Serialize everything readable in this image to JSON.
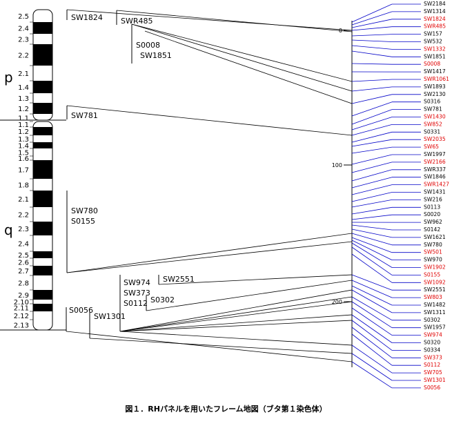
{
  "arm_labels": [
    "p",
    "q"
  ],
  "bands": [
    "2.5",
    "2.4",
    "2.3",
    "2.2",
    "2.1",
    "1.4",
    "1.3",
    "1.2",
    "1.1",
    "1.1",
    "1.2",
    "1.3",
    "1.4",
    "1.5",
    "1.6",
    "1.7",
    "1.8",
    "2.1",
    "2.2",
    "2.3",
    "2.4",
    "2.5",
    "2.6",
    "2.7",
    "2.8",
    "2.9",
    "2.10",
    "2.11",
    "2.12",
    "2.13"
  ],
  "framework_labels": [
    {
      "lines": [
        "SW1824"
      ]
    },
    {
      "lines": [
        "SWR485"
      ]
    },
    {
      "lines": [
        "S0008",
        "SW1851"
      ]
    },
    {
      "lines": [
        "SW781"
      ]
    },
    {
      "lines": [
        "SW780",
        "S0155"
      ]
    },
    {
      "lines": [
        "SW974",
        "SW373",
        "S0112"
      ]
    },
    {
      "lines": [
        "SW2551"
      ]
    },
    {
      "lines": [
        "S0302"
      ]
    },
    {
      "lines": [
        "S0056"
      ]
    },
    {
      "lines": [
        "SW1301"
      ]
    }
  ],
  "scale_ticks": [
    "0",
    "100",
    "200"
  ],
  "markers": [
    {
      "name": "SW2184",
      "color": "#000000"
    },
    {
      "name": "SW1314",
      "color": "#000000"
    },
    {
      "name": "SW1824",
      "color": "#e00000"
    },
    {
      "name": "SWR485",
      "color": "#e00000"
    },
    {
      "name": "SW157",
      "color": "#000000"
    },
    {
      "name": "SW532",
      "color": "#000000"
    },
    {
      "name": "SW1332",
      "color": "#e00000"
    },
    {
      "name": "SW1851",
      "color": "#000000"
    },
    {
      "name": "S0008",
      "color": "#e00000"
    },
    {
      "name": "SW1417",
      "color": "#000000"
    },
    {
      "name": "SWR1061",
      "color": "#e00000"
    },
    {
      "name": "SW1893",
      "color": "#000000"
    },
    {
      "name": "SW2130",
      "color": "#000000"
    },
    {
      "name": "S0316",
      "color": "#000000"
    },
    {
      "name": "SW781",
      "color": "#000000"
    },
    {
      "name": "SW1430",
      "color": "#e00000"
    },
    {
      "name": "SW852",
      "color": "#e00000"
    },
    {
      "name": "S0331",
      "color": "#000000"
    },
    {
      "name": "SW2035",
      "color": "#e00000"
    },
    {
      "name": "SW65",
      "color": "#e00000"
    },
    {
      "name": "SW1997",
      "color": "#000000"
    },
    {
      "name": "SW2166",
      "color": "#e00000"
    },
    {
      "name": "SWR337",
      "color": "#000000"
    },
    {
      "name": "SW1846",
      "color": "#000000"
    },
    {
      "name": "SWR1427",
      "color": "#e00000"
    },
    {
      "name": "SW1431",
      "color": "#000000"
    },
    {
      "name": "SW216",
      "color": "#000000"
    },
    {
      "name": "S0113",
      "color": "#000000"
    },
    {
      "name": "S0020",
      "color": "#000000"
    },
    {
      "name": "SW962",
      "color": "#000000"
    },
    {
      "name": "S0142",
      "color": "#000000"
    },
    {
      "name": "SW1621",
      "color": "#000000"
    },
    {
      "name": "SW780",
      "color": "#000000"
    },
    {
      "name": "SW501",
      "color": "#e00000"
    },
    {
      "name": "SW970",
      "color": "#000000"
    },
    {
      "name": "SW1902",
      "color": "#e00000"
    },
    {
      "name": "S0155",
      "color": "#e00000"
    },
    {
      "name": "SW1092",
      "color": "#e00000"
    },
    {
      "name": "SW2551",
      "color": "#000000"
    },
    {
      "name": "SW803",
      "color": "#e00000"
    },
    {
      "name": "SW1482",
      "color": "#000000"
    },
    {
      "name": "SW1311",
      "color": "#000000"
    },
    {
      "name": "S0302",
      "color": "#000000"
    },
    {
      "name": "SW1957",
      "color": "#000000"
    },
    {
      "name": "SW974",
      "color": "#e00000"
    },
    {
      "name": "S0320",
      "color": "#000000"
    },
    {
      "name": "S0334",
      "color": "#000000"
    },
    {
      "name": "SW373",
      "color": "#e00000"
    },
    {
      "name": "S0112",
      "color": "#e00000"
    },
    {
      "name": "SW705",
      "color": "#e00000"
    },
    {
      "name": "SW1301",
      "color": "#e00000"
    },
    {
      "name": "S0056",
      "color": "#e00000"
    }
  ],
  "caption": "図１．RHパネルを用いたフレーム地図（ブタ第１染色体）"
}
